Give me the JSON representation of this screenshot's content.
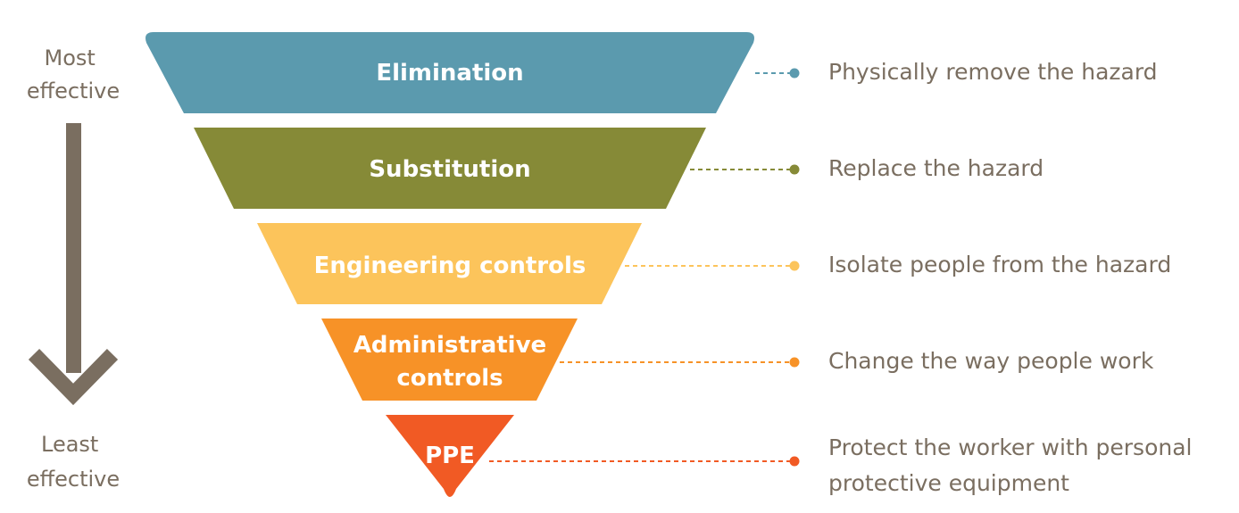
{
  "scale": {
    "top_label": [
      "Most",
      "effective"
    ],
    "bottom_label": [
      "Least",
      "effective"
    ],
    "arrow_color": "#7a6e60"
  },
  "tiers": [
    {
      "label": [
        "Elimination"
      ],
      "description": [
        "Physically remove the hazard"
      ],
      "color": "#5b9aae"
    },
    {
      "label": [
        "Substitution"
      ],
      "description": [
        "Replace the hazard"
      ],
      "color": "#868a37"
    },
    {
      "label": [
        "Engineering controls"
      ],
      "description": [
        "Isolate people from the hazard"
      ],
      "color": "#fcc45b"
    },
    {
      "label": [
        "Administrative",
        "controls"
      ],
      "description": [
        "Change the way people work"
      ],
      "color": "#f79227"
    },
    {
      "label": [
        "PPE"
      ],
      "description": [
        "Protect the worker with personal",
        "protective equipment"
      ],
      "color": "#f15a24"
    }
  ]
}
